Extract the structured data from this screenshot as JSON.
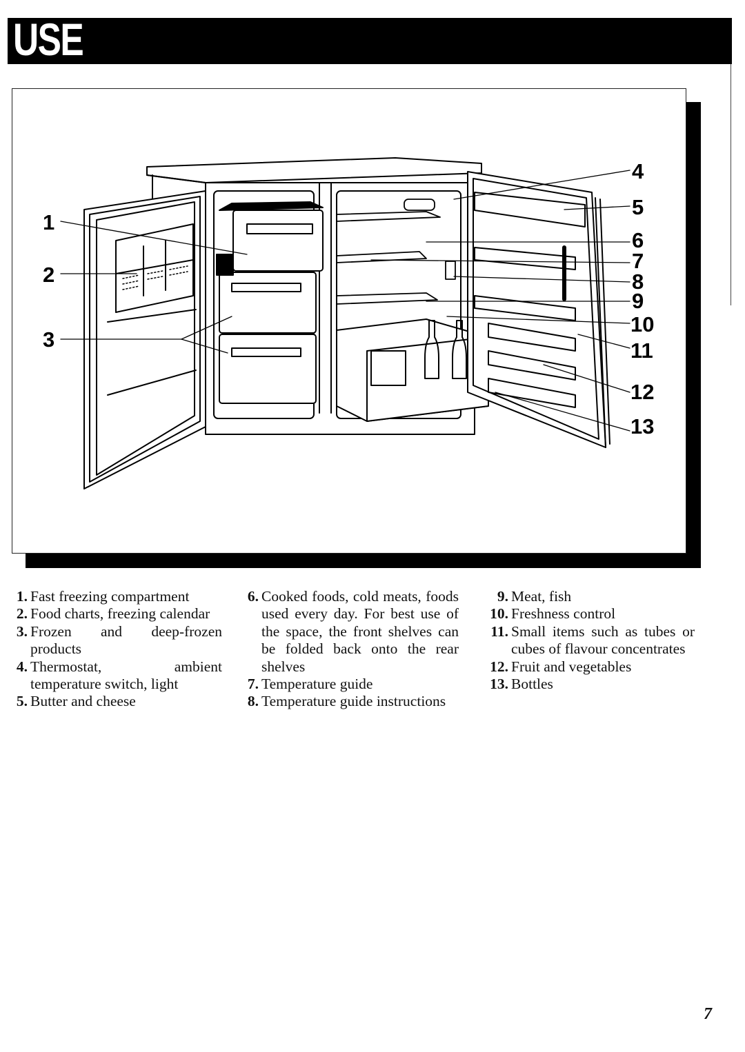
{
  "header": {
    "title": "USE"
  },
  "figure": {
    "subject": "Refrigerator-freezer with doors open (illustration)",
    "callouts": [
      "1",
      "2",
      "3",
      "4",
      "5",
      "6",
      "7",
      "8",
      "9",
      "10",
      "11",
      "12",
      "13"
    ]
  },
  "legend": {
    "columns": [
      [
        {
          "num": "1.",
          "text": "Fast freezing compartment"
        },
        {
          "num": "2.",
          "text": "Food charts, freezing calendar"
        },
        {
          "num": "3.",
          "text": "Frozen and deep-frozen products"
        },
        {
          "num": "4.",
          "text": "Thermostat, ambient temperature switch, light"
        },
        {
          "num": "5.",
          "text": "Butter and cheese"
        }
      ],
      [
        {
          "num": "6.",
          "text": "Cooked foods, cold meats, foods used every day. For best use of the space, the front shelves can be folded back onto the rear shelves"
        },
        {
          "num": "7.",
          "text": "Temperature guide"
        },
        {
          "num": "8.",
          "text": "Temperature guide instructions"
        }
      ],
      [
        {
          "num": "9.",
          "text": "Meat, fish"
        },
        {
          "num": "10.",
          "text": "Freshness control"
        },
        {
          "num": "11.",
          "text": "Small items such as tubes or cubes of flavour concentrates"
        },
        {
          "num": "12.",
          "text": "Fruit and vegetables"
        },
        {
          "num": "13.",
          "text": "Bottles"
        }
      ]
    ]
  },
  "footer": {
    "page_number": "7"
  }
}
